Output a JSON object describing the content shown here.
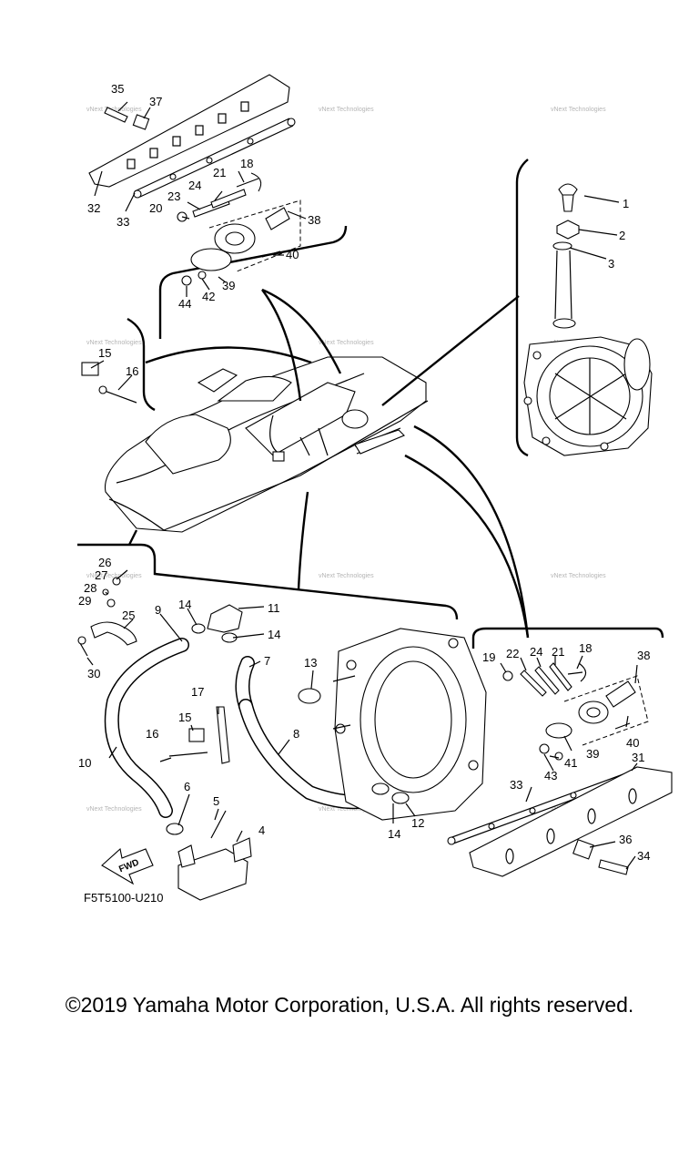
{
  "diagram": {
    "code": "F5T5100-U210",
    "fwd_label": "FWD",
    "watermark": "vNext Technologies",
    "callouts": {
      "c1": "1",
      "c2": "2",
      "c3": "3",
      "c4": "4",
      "c5": "5",
      "c6": "6",
      "c7": "7",
      "c8": "8",
      "c9": "9",
      "c10": "10",
      "c11": "11",
      "c12": "12",
      "c13": "13",
      "c14a": "14",
      "c14b": "14",
      "c14c": "14",
      "c15a": "15",
      "c15b": "15",
      "c16a": "16",
      "c16b": "16",
      "c17": "17",
      "c18a": "18",
      "c18b": "18",
      "c19": "19",
      "c20": "20",
      "c21a": "21",
      "c21b": "21",
      "c22": "22",
      "c23": "23",
      "c24a": "24",
      "c24b": "24",
      "c25": "25",
      "c26": "26",
      "c27": "27",
      "c28": "28",
      "c29": "29",
      "c30": "30",
      "c31": "31",
      "c32": "32",
      "c33a": "33",
      "c33b": "33",
      "c34": "34",
      "c35": "35",
      "c36": "36",
      "c37": "37",
      "c38a": "38",
      "c38b": "38",
      "c39a": "39",
      "c39b": "39",
      "c40a": "40",
      "c40b": "40",
      "c41": "41",
      "c42": "42",
      "c43": "43",
      "c44": "44"
    }
  },
  "footer": {
    "copyright": "©2019 Yamaha Motor Corporation, U.S.A. All rights reserved."
  }
}
